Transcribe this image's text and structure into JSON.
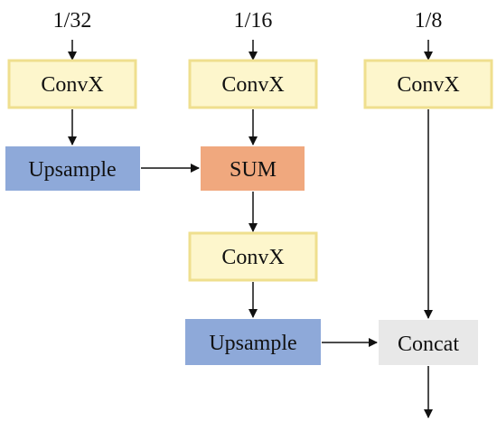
{
  "scales": {
    "s32": "1/32",
    "s16": "1/16",
    "s8": "1/8"
  },
  "nodes": {
    "convx_32": "ConvX",
    "convx_16": "ConvX",
    "convx_8": "ConvX",
    "upsample_1": "Upsample",
    "sum": "SUM",
    "convx_mid": "ConvX",
    "upsample_2": "Upsample",
    "concat": "Concat"
  },
  "colors": {
    "convx_fill": "#fdf6cc",
    "convx_border": "#efdf8e",
    "upsample_fill": "#8ea9d9",
    "sum_fill": "#f0a87e",
    "concat_fill": "#e8e8e8",
    "arrow": "#111111"
  }
}
